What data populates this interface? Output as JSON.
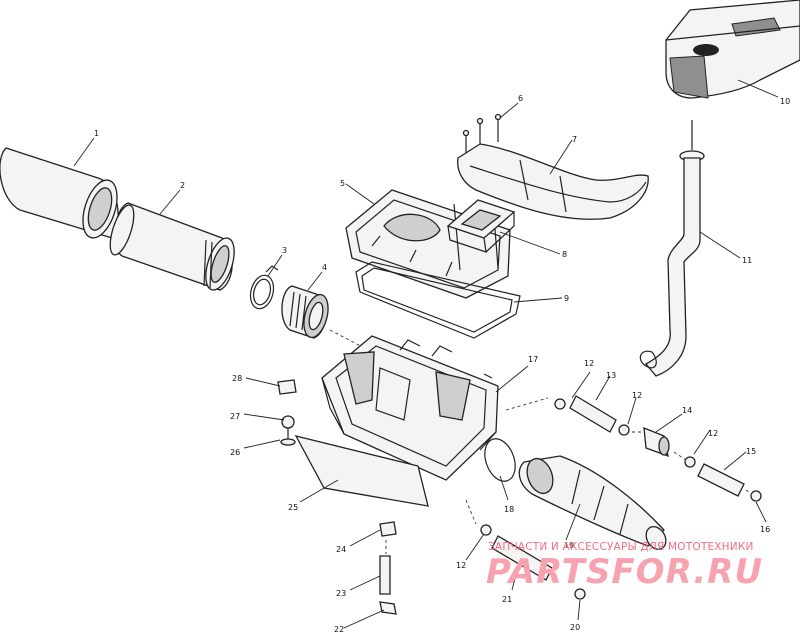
{
  "callouts": {
    "c1": "1",
    "c2": "2",
    "c3": "3",
    "c4": "4",
    "c5": "5",
    "c6": "6",
    "c7": "7",
    "c8": "8",
    "c9": "9",
    "c10": "10",
    "c11": "11",
    "c12a": "12",
    "c12b": "12",
    "c12c": "12",
    "c12d": "12",
    "c13": "13",
    "c14": "14",
    "c15": "15",
    "c16": "16",
    "c17": "17",
    "c18": "18",
    "c19": "19",
    "c20": "20",
    "c21": "21",
    "c22": "22",
    "c23": "23",
    "c24": "24",
    "c25": "25",
    "c26": "26",
    "c27": "27",
    "c28": "28"
  },
  "watermark": {
    "tagline": "ЗАПЧАСТИ И АКСЕССУАРЫ ДЛЯ МОТОТЕХНИКИ",
    "brand": "PARTSFOR.RU"
  },
  "colors": {
    "line": "#222222",
    "part_fill": "#f4f4f4",
    "shade": "#8f8f8f",
    "watermark_text": "#f26e80",
    "watermark_brand": "#f7a2ae"
  }
}
